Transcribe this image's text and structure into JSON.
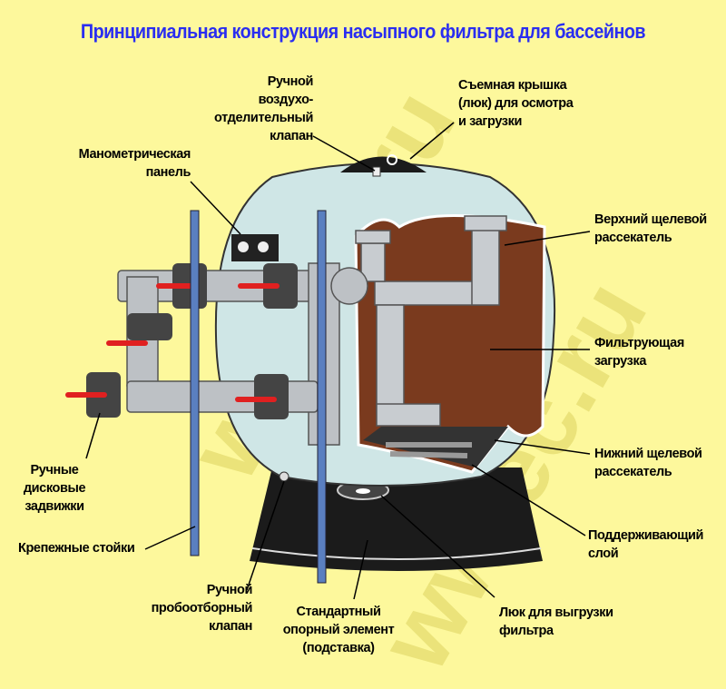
{
  "title": "Принципиальная конструкция насыпного фильтра для бассейнов",
  "watermark": "wwtec.ru",
  "labels": {
    "air_valve": [
      "Ручной",
      "воздухо-",
      "отделительный",
      "клапан"
    ],
    "lid": [
      "Съемная крышка",
      "(люк) для осмотра",
      "и загрузки"
    ],
    "gauge_panel": [
      "Манометрическая",
      "панель"
    ],
    "upper_distributor": [
      "Верхний щелевой",
      "рассекатель"
    ],
    "filter_media": [
      "Фильтрующая",
      "загрузка"
    ],
    "valves": [
      "Ручные",
      "дисковые",
      "задвижки"
    ],
    "lower_distributor": [
      "Нижний щелевой",
      "рассекатель"
    ],
    "stands": [
      "Крепежные стойки"
    ],
    "support_layer": [
      "Поддерживающий",
      "слой"
    ],
    "sample_valve": [
      "Ручной",
      "пробоотборный",
      "клапан"
    ],
    "base": [
      "Стандартный",
      "опорный элемент",
      "(подставка)"
    ],
    "drain_hatch": [
      "Люк для выгрузки",
      "фильтра"
    ]
  },
  "colors": {
    "background": "#fdf89c",
    "title": "#2a2ef0",
    "tank": "#cfe6e6",
    "media": "#7a3a1e",
    "base": "#1b1b1b",
    "pipe": "#b8bcc0",
    "stand": "#5a7fc0",
    "handle": "#e02020"
  }
}
